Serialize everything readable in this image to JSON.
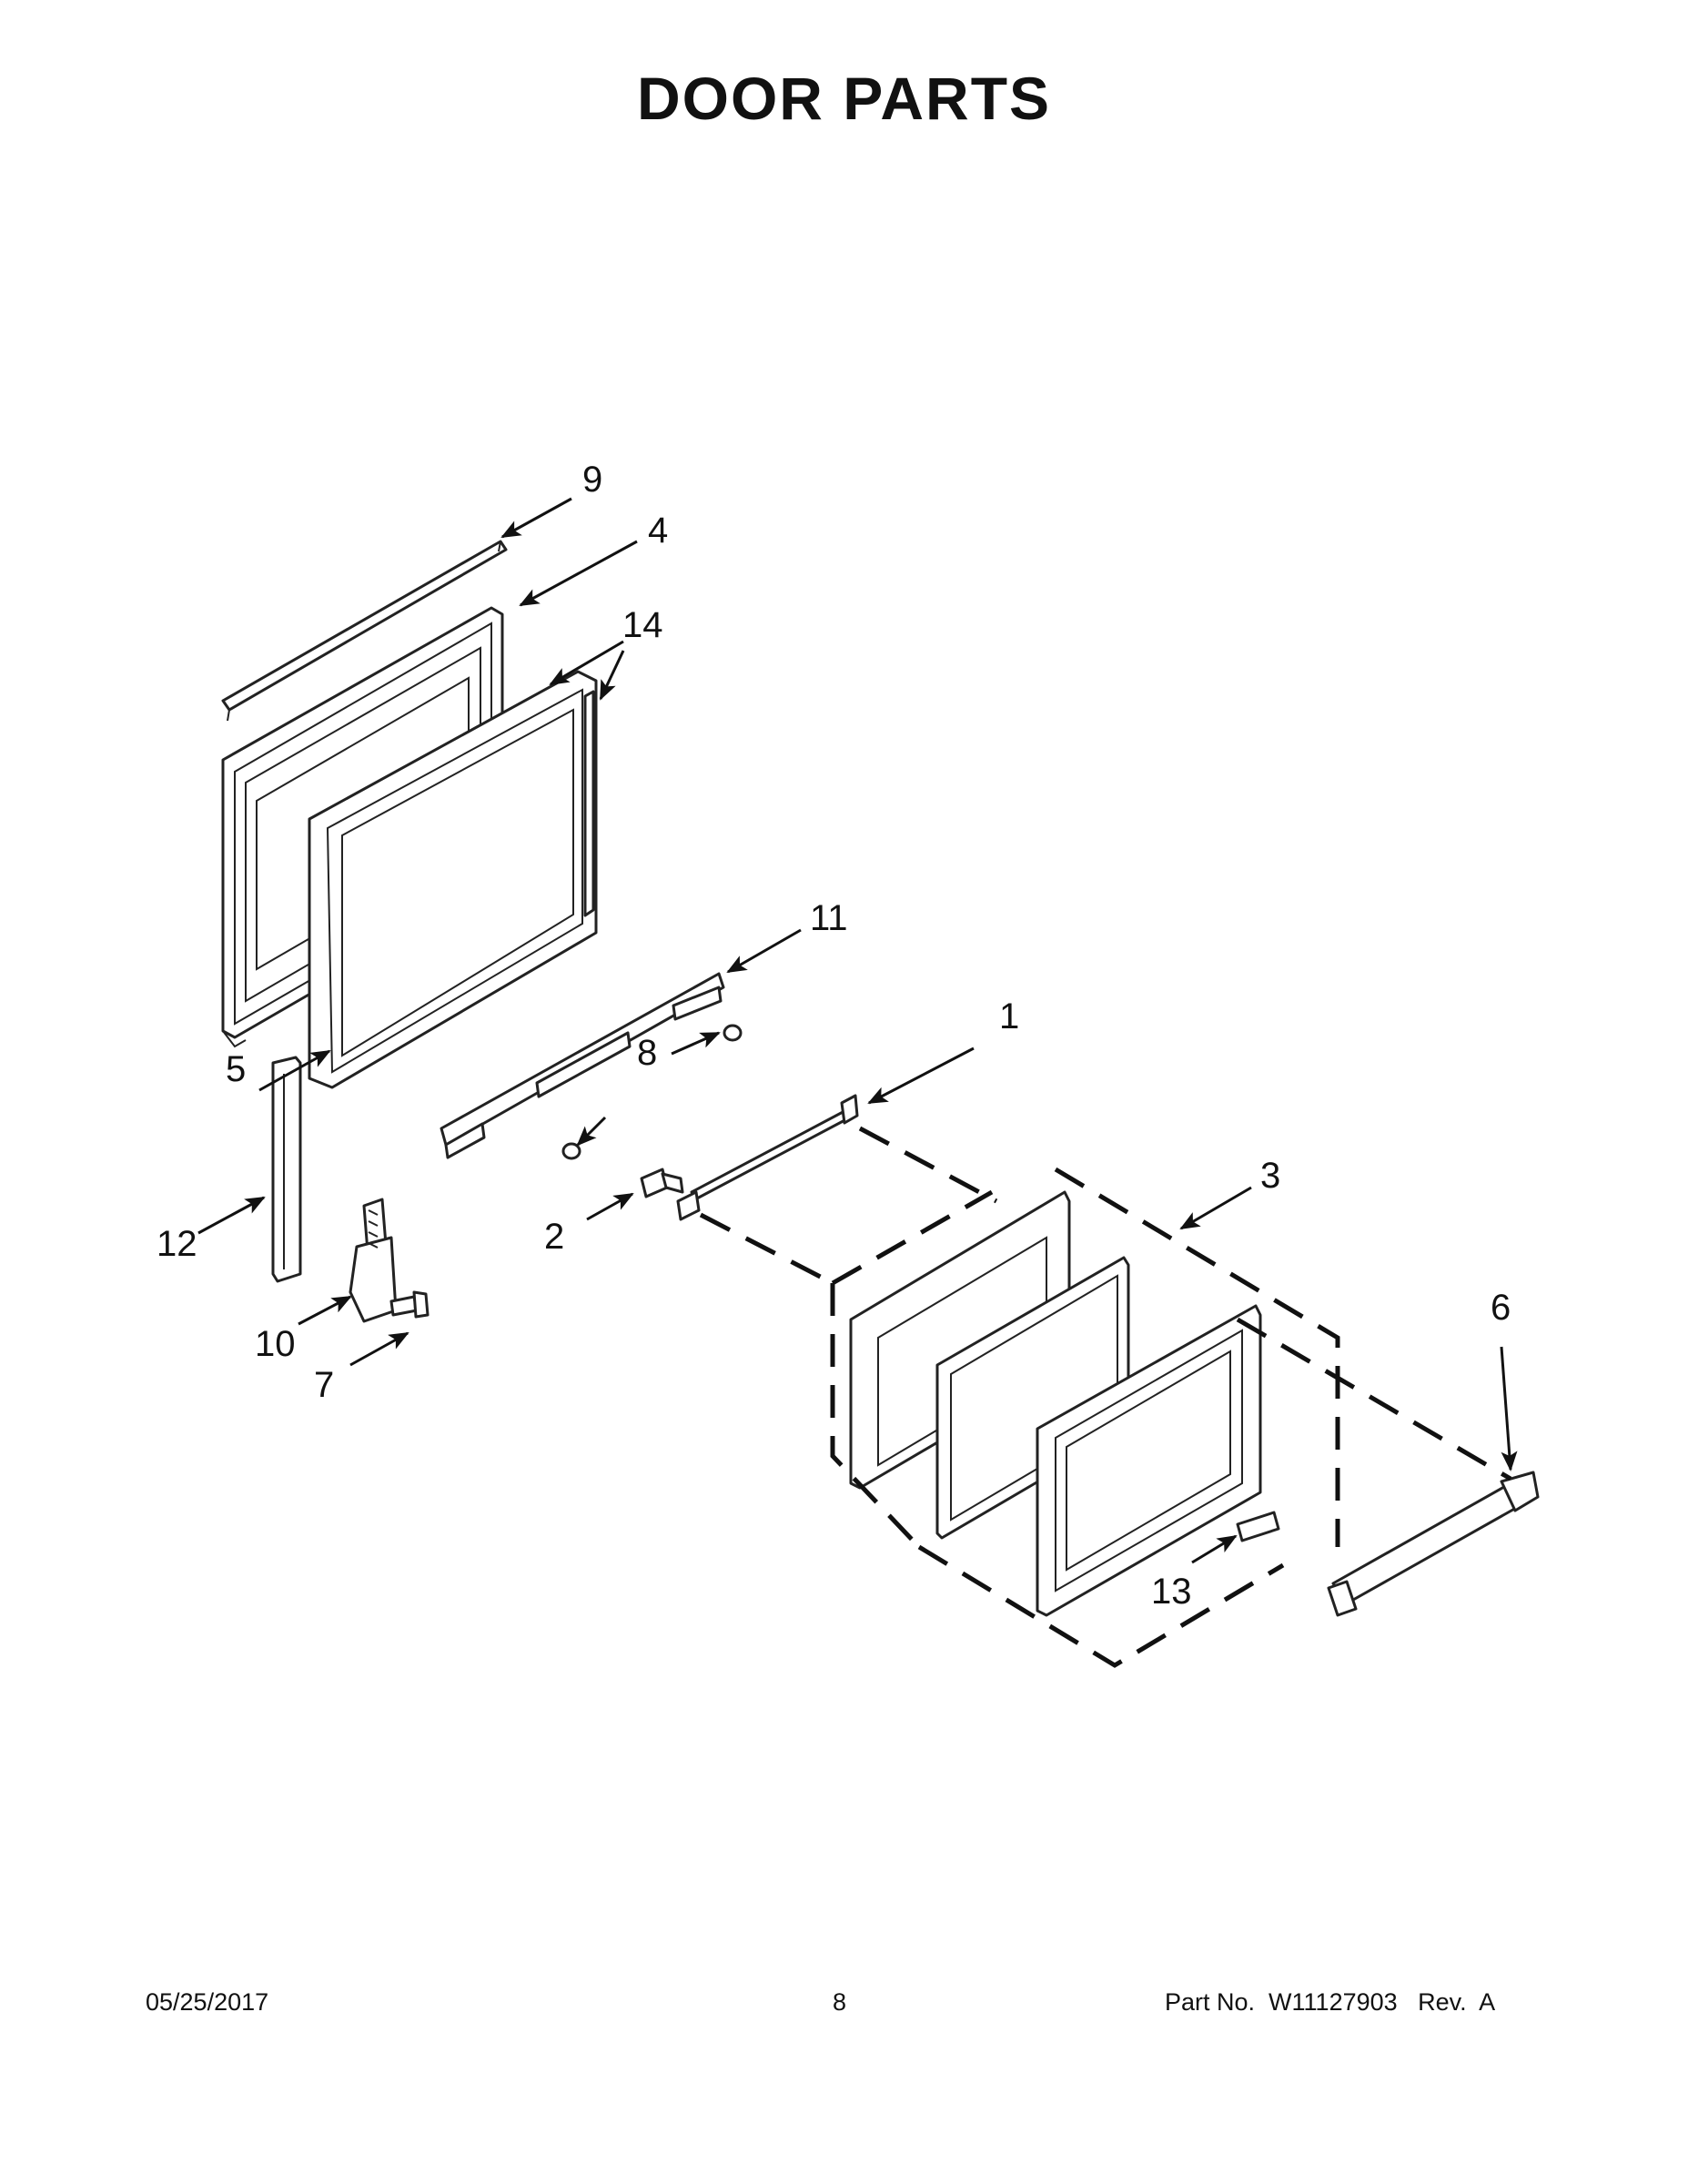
{
  "title": "DOOR PARTS",
  "footer": {
    "date": "05/25/2017",
    "page": "8",
    "part_no": "Part No.  W11127903   Rev.  A"
  },
  "callouts": {
    "c1": "1",
    "c2": "2",
    "c3": "3",
    "c4": "4",
    "c5": "5",
    "c6": "6",
    "c7": "7",
    "c8": "8",
    "c9": "9",
    "c10": "10",
    "c11": "11",
    "c12": "12",
    "c13": "13",
    "c14": "14"
  }
}
